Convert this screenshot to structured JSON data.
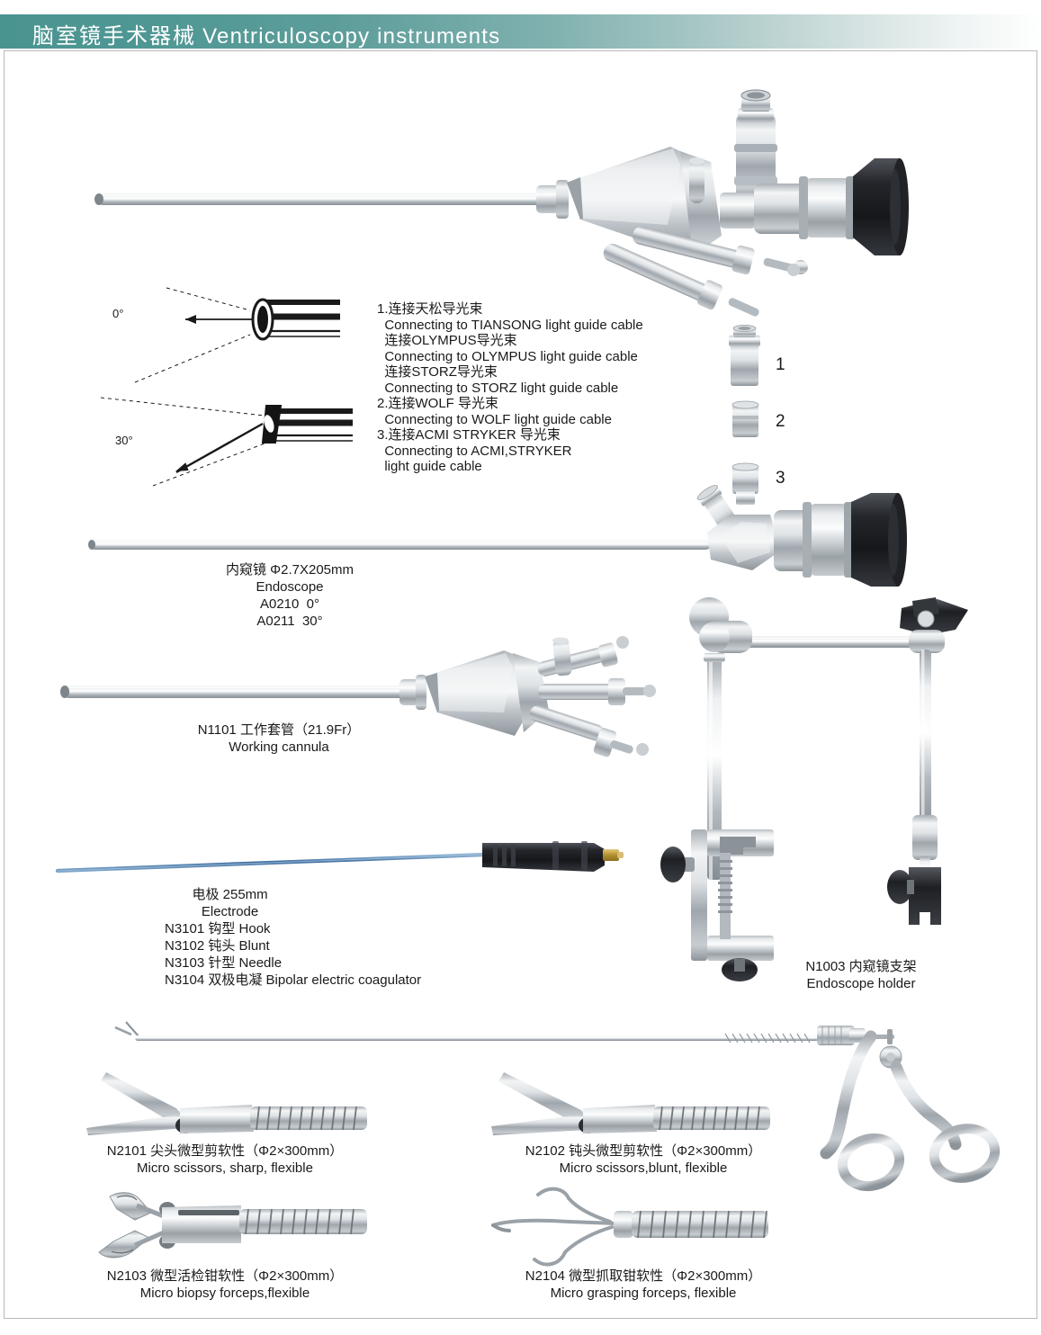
{
  "header": {
    "title_cn": "脑室镜手术器械",
    "title_en": "Ventriculoscopy instruments",
    "accent_color": "#4a9490",
    "gradient_end_color": "#ffffff"
  },
  "angle_diagrams": [
    {
      "name": "zero-degree",
      "label": "0°"
    },
    {
      "name": "thirty-degree",
      "label": "30°"
    }
  ],
  "light_guide_notes": {
    "lines": [
      "1.连接天松导光束",
      "  Connecting to TIANSONG light guide cable",
      "  连接OLYMPUS导光束",
      "  Connecting to OLYMPUS light guide cable",
      "  连接STORZ导光束",
      "  Connecting to STORZ light guide cable",
      "2.连接WOLF 导光束",
      "  Connecting to WOLF light guide cable",
      "3.连接ACMI STRYKER 导光束",
      "  Connecting to ACMI,STRYKER",
      "  light guide cable"
    ]
  },
  "adapters": [
    {
      "label": "1",
      "name": "adapter-1"
    },
    {
      "label": "2",
      "name": "adapter-2"
    },
    {
      "label": "3",
      "name": "adapter-3"
    }
  ],
  "products": {
    "endoscope": {
      "line1": "内窥镜 Φ2.7X205mm",
      "line2": "Endoscope",
      "line3": "A0210  0°",
      "line4": "A0211  30°"
    },
    "cannula": {
      "line1": "N1101 工作套管（21.9Fr）",
      "line2": "Working cannula"
    },
    "electrode": {
      "line1": "电极 255mm",
      "line2": "Electrode",
      "line3": "N3101 钩型 Hook",
      "line4": "N3102 钝头 Blunt",
      "line5": "N3103 针型 Needle",
      "line6": "N3104 双极电凝 Bipolar electric coagulator"
    },
    "holder": {
      "line1": "N1003 内窥镜支架",
      "line2": "Endoscope holder"
    },
    "scissors_sharp": {
      "line1": "N2101 尖头微型剪软性（Φ2×300mm）",
      "line2": "Micro scissors, sharp, flexible"
    },
    "scissors_blunt": {
      "line1": "N2102 钝头微型剪软性（Φ2×300mm）",
      "line2": "Micro scissors,blunt, flexible"
    },
    "biopsy_forceps": {
      "line1": "N2103 微型活检钳软性（Φ2×300mm）",
      "line2": "Micro biopsy forceps,flexible"
    },
    "grasping_forceps": {
      "line1": "N2104 微型抓取钳软性（Φ2×300mm）",
      "line2": "Micro grasping forceps, flexible"
    }
  }
}
